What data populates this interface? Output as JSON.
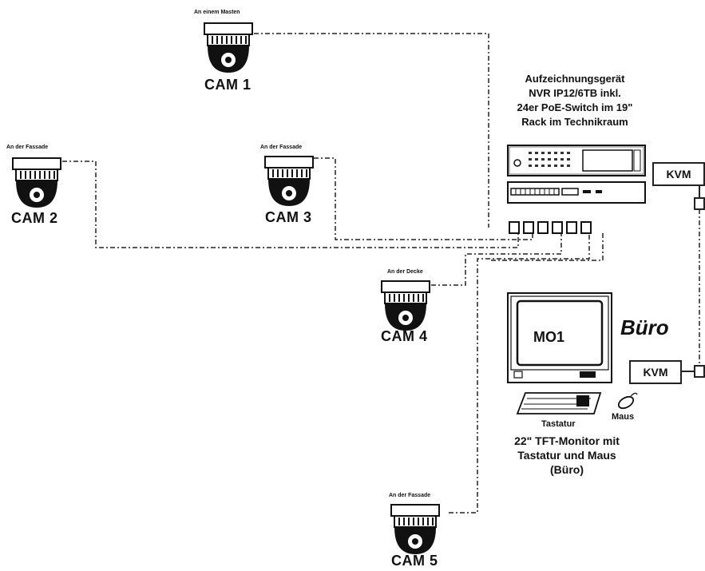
{
  "cameras": {
    "cam1": {
      "label": "CAM 1",
      "location": "An einem Masten"
    },
    "cam2": {
      "label": "CAM 2",
      "location": "An der Fassade"
    },
    "cam3": {
      "label": "CAM 3",
      "location": "An der Fassade"
    },
    "cam4": {
      "label": "CAM 4",
      "location": "An der Decke"
    },
    "cam5": {
      "label": "CAM 5",
      "location": "An der Fassade"
    }
  },
  "recorder": {
    "line1": "Aufzeichnungsgerät",
    "line2": "NVR IP12/6TB inkl.",
    "line3": "24er PoE-Switch im 19\"",
    "line4": "Rack im Technikraum"
  },
  "kvm": {
    "top": "KVM",
    "bottom": "KVM"
  },
  "office": {
    "room": "Büro",
    "monitor": "MO1",
    "keyboard": "Tastatur",
    "mouse": "Maus",
    "caption1": "22\" TFT-Monitor mit",
    "caption2": "Tastatur und Maus",
    "caption3": "(Büro)"
  }
}
